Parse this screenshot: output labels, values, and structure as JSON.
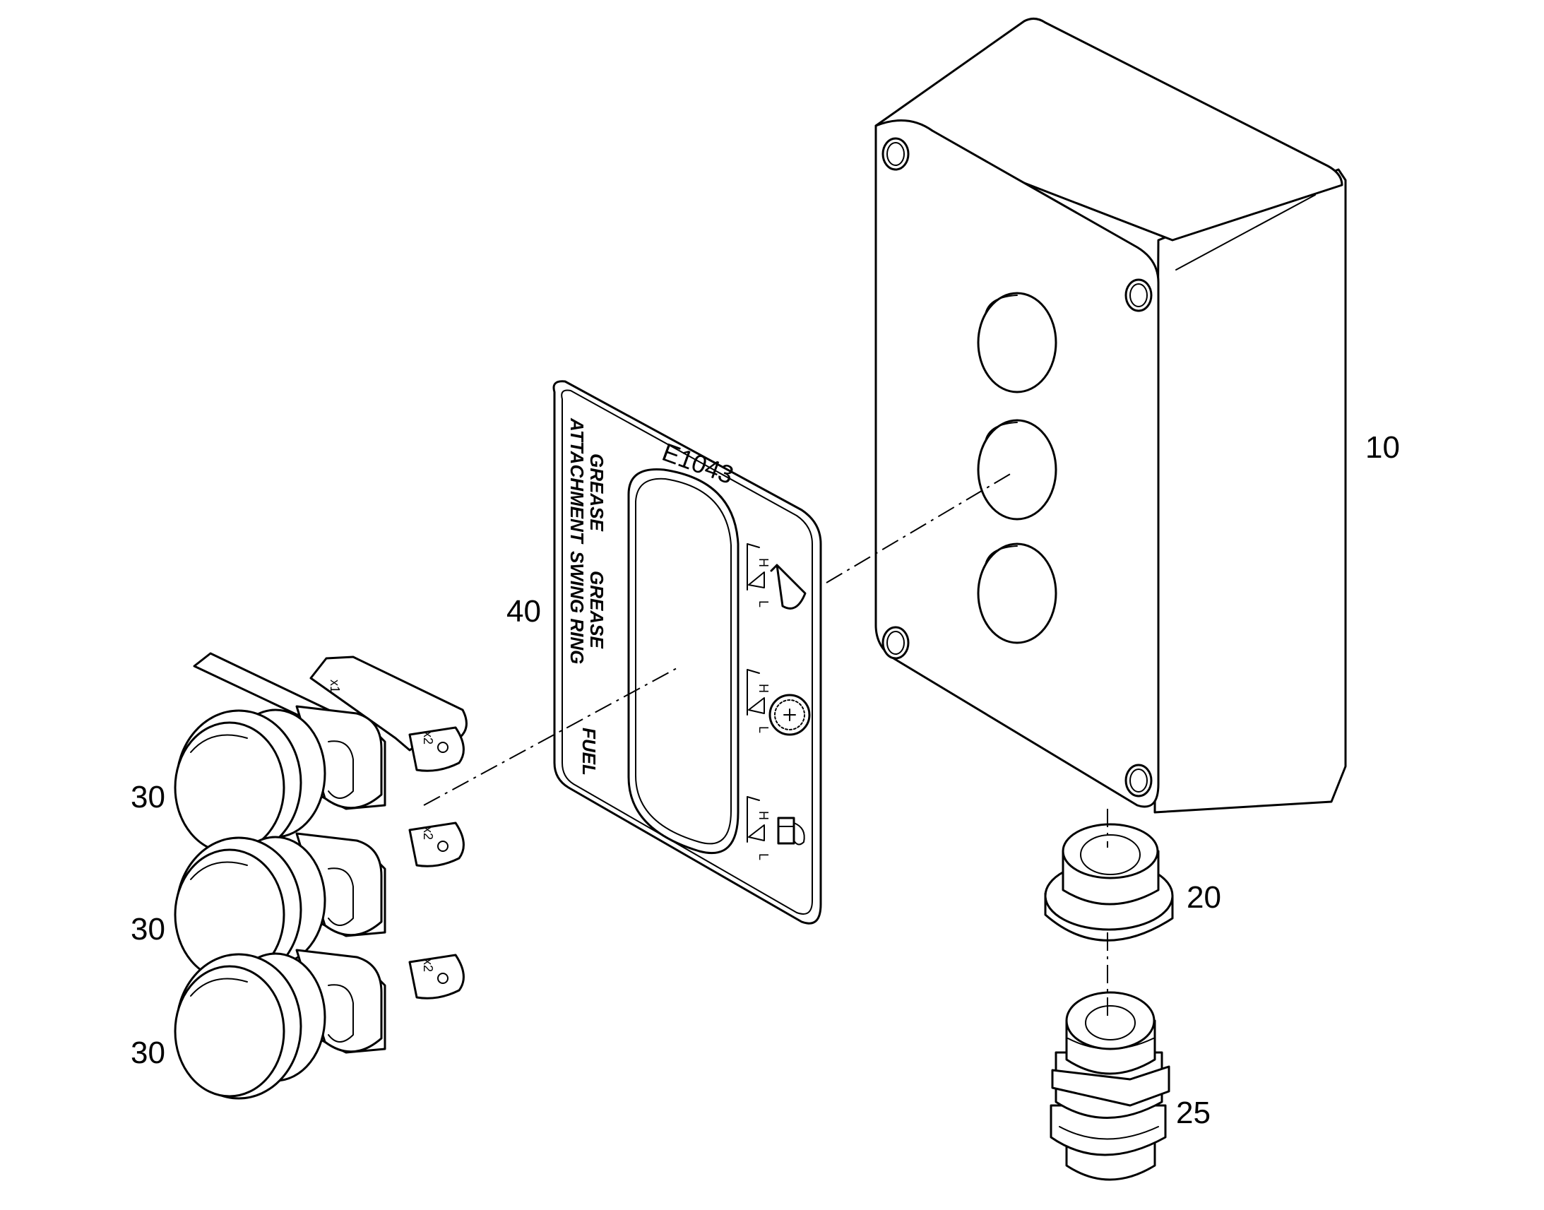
{
  "callouts": {
    "housing": "10",
    "grommet": "20",
    "cable_gland": "25",
    "lamp_1": "30",
    "lamp_2": "30",
    "lamp_3": "30",
    "decal": "40"
  },
  "decal": {
    "code": "E1043",
    "label_attachment": "ATTACHMENT",
    "label_attachment_2": "GREASE",
    "label_swing": "SWING RING",
    "label_swing_2": "GREASE",
    "label_fuel": "FUEL",
    "marker_h": "H",
    "marker_l": "L"
  },
  "lamp_terminals": {
    "x1": "x1",
    "x2": "x2"
  },
  "icons": [
    "bucket-icon",
    "swing-gear-icon",
    "fuel-pump-icon"
  ]
}
